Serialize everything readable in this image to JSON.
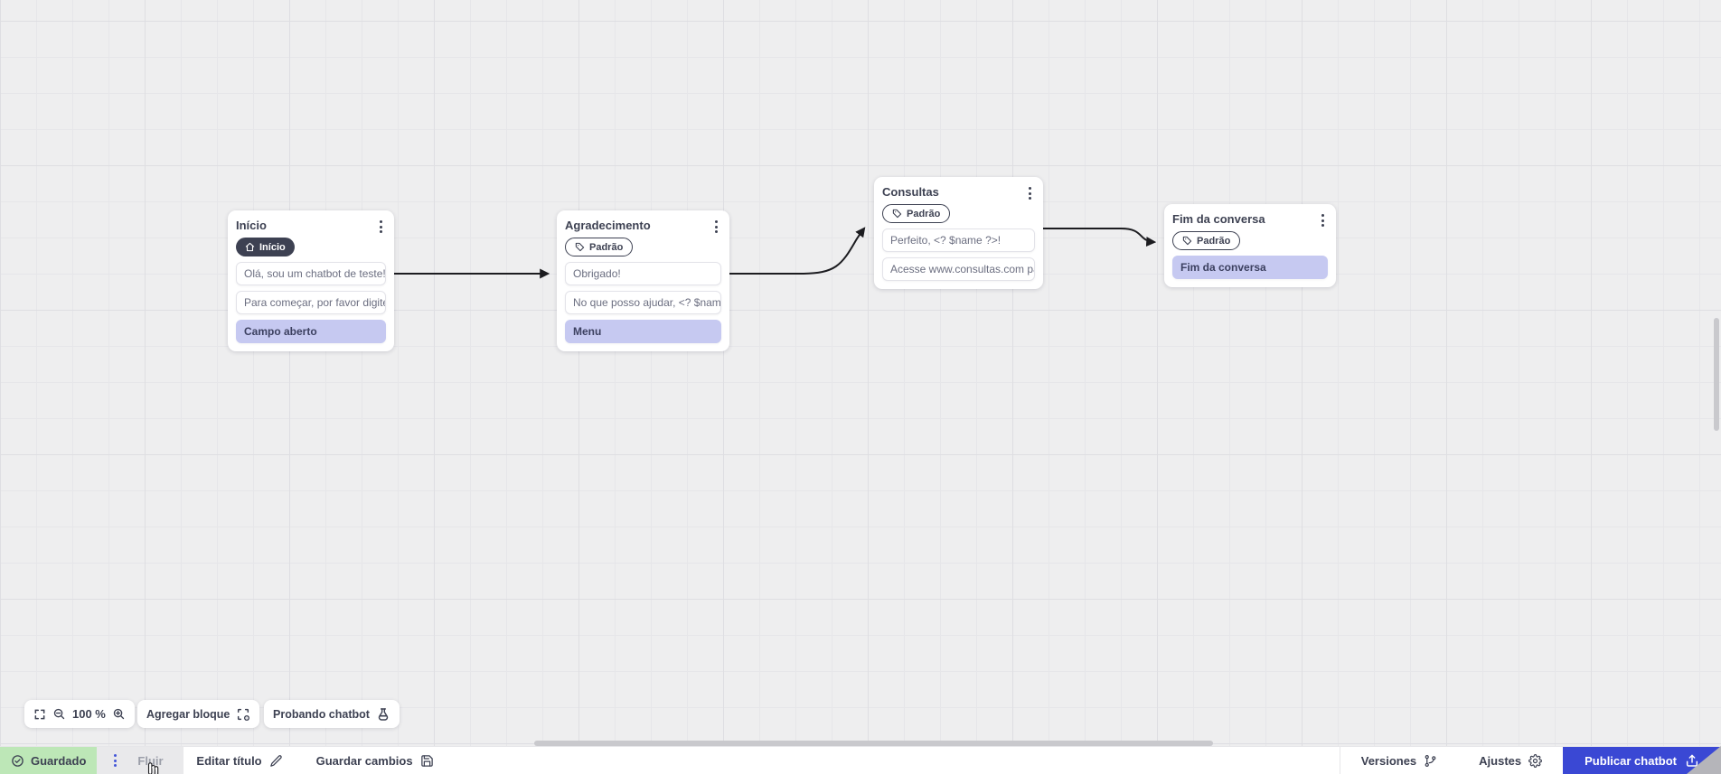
{
  "canvas": {
    "nodes": [
      {
        "title": "Início",
        "badge": {
          "label": "Início",
          "icon": "home",
          "style": "dark"
        },
        "messages": [
          "Olá, sou um chatbot de teste!",
          "Para começar, por favor digite o ..."
        ],
        "action": "Campo aberto"
      },
      {
        "title": "Agradecimento",
        "badge": {
          "label": "Padrão",
          "icon": "tag",
          "style": "outline"
        },
        "messages": [
          "Obrigado!",
          "No que posso ajudar, <? $name ..."
        ],
        "action": "Menu"
      },
      {
        "title": "Consultas",
        "badge": {
          "label": "Padrão",
          "icon": "tag",
          "style": "outline"
        },
        "messages": [
          "Perfeito, <? $name ?>!",
          "Acesse www.consultas.com par..."
        ]
      },
      {
        "title": "Fim da conversa",
        "badge": {
          "label": "Padrão",
          "icon": "tag",
          "style": "outline"
        },
        "messages": [],
        "action": "Fim da conversa"
      }
    ]
  },
  "toolbar": {
    "zoom_level": "100 %",
    "add_block_label": "Agregar bloque",
    "test_chatbot_label": "Probando chatbot"
  },
  "statusbar": {
    "saved_label": "Guardado",
    "flow_tab_label": "Fluir",
    "edit_title_label": "Editar título",
    "save_changes_label": "Guardar cambios",
    "versions_label": "Versiones",
    "settings_label": "Ajustes",
    "publish_label": "Publicar chatbot"
  },
  "colors": {
    "accent_blue": "#3a48d4",
    "saved_green": "#bde7b7",
    "action_lavender": "#c6c9f1",
    "node_dark": "#3d4152",
    "arrow_black": "#1c1c20",
    "handle_blue": "#4356d8"
  }
}
